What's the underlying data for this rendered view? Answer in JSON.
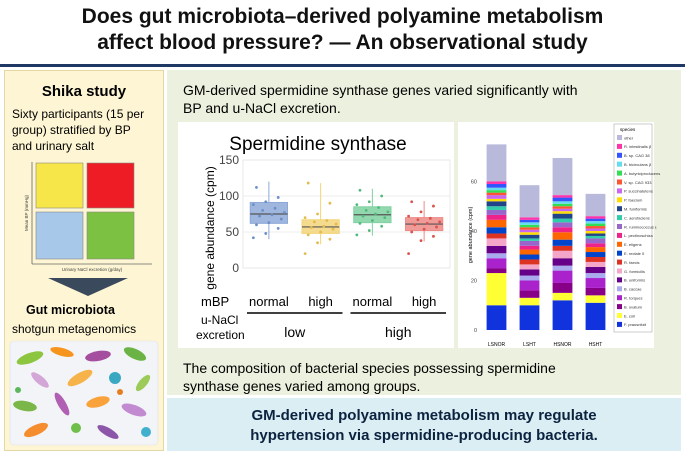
{
  "title": {
    "line1": "Does gut microbiota–derived polyamine metabolism",
    "line2": "affect blood pressure? — An observational study"
  },
  "left": {
    "heading": "Shika study",
    "desc_lines": [
      "Sixty participants (15 per",
      "group) stratified by BP",
      "and urinary salt"
    ],
    "quad_ylabel": "Mean BP (mmHg)",
    "quad_xlabel": "Urinary NaCl excretion (g/day)",
    "arrow_label": "Gut microbiota",
    "arrow_sub": "shotgun metagenomics"
  },
  "right": {
    "finding1_lines": [
      "GM-derived spermidine synthase genes varied significantly with",
      "BP and u-NaCl excretion."
    ],
    "finding2_lines": [
      "The composition of bacterial species possessing spermidine",
      "synthase genes varied among groups."
    ]
  },
  "conclusion": {
    "lines": [
      "GM-derived polyamine metabolism may regulate",
      "hypertension via spermidine-producing bacteria."
    ]
  },
  "chart_data": [
    {
      "type": "box",
      "title": "Spermidine synthase",
      "ylabel": "gene abundance (cpm)",
      "ylim": [
        0,
        150
      ],
      "yticks": [
        "0",
        "50",
        "100",
        "150"
      ],
      "row1_label": "mBP",
      "row2_label_lines": [
        "u-NaCl",
        "excretion"
      ],
      "mbp_labels": [
        "normal",
        "high",
        "normal",
        "high"
      ],
      "nacl_labels": [
        "low",
        "high"
      ],
      "colors": [
        "#8ea9d8",
        "#f3d57a",
        "#7fd1a0",
        "#ef8a86"
      ],
      "dot_colors": [
        "#6c8ec9",
        "#e2bb4e",
        "#53b97b",
        "#d9524d"
      ],
      "groups": [
        {
          "min": 40,
          "q1": 62,
          "median": 75,
          "q3": 91,
          "max": 120,
          "points": [
            42,
            48,
            55,
            60,
            63,
            68,
            72,
            74,
            77,
            80,
            83,
            88,
            92,
            98,
            112
          ]
        },
        {
          "min": 33,
          "q1": 48,
          "median": 57,
          "q3": 67,
          "max": 118,
          "points": [
            20,
            35,
            40,
            46,
            50,
            54,
            56,
            58,
            61,
            64,
            66,
            70,
            75,
            90,
            118
          ]
        },
        {
          "min": 45,
          "q1": 63,
          "median": 74,
          "q3": 85,
          "max": 110,
          "points": [
            46,
            52,
            58,
            62,
            66,
            70,
            72,
            75,
            78,
            80,
            84,
            88,
            92,
            100,
            108
          ]
        },
        {
          "min": 37,
          "q1": 52,
          "median": 61,
          "q3": 70,
          "max": 93,
          "points": [
            20,
            38,
            44,
            50,
            54,
            57,
            60,
            62,
            64,
            67,
            69,
            72,
            78,
            86,
            92
          ]
        }
      ]
    },
    {
      "type": "bar",
      "stacked": true,
      "ylabel": "gene abundance (cpm)",
      "ylim": [
        0,
        80
      ],
      "yticks": [
        "0",
        "20",
        "40",
        "60"
      ],
      "categories": [
        "LSNOR",
        "LSHT",
        "HSNOR",
        "HSHT"
      ],
      "legend_title": "species",
      "series": [
        {
          "name": "other",
          "color": "#b9b9dc",
          "values": [
            15,
            13,
            15,
            9
          ]
        },
        {
          "name": "R. intestinalis β",
          "color": "#ff33aa",
          "values": [
            1,
            1,
            1,
            1
          ]
        },
        {
          "name": "B. sp. CAG 38",
          "color": "#3355ff",
          "values": [
            1.5,
            1,
            1.5,
            1
          ]
        },
        {
          "name": "B. bicirculans β",
          "color": "#66ddee",
          "values": [
            1,
            1,
            1,
            1
          ]
        },
        {
          "name": "A. butyriciproducens",
          "color": "#33dd55",
          "values": [
            1,
            1,
            1,
            1
          ]
        },
        {
          "name": "V. sp. CAG 933",
          "color": "#ff5533",
          "values": [
            1,
            1,
            1,
            1
          ]
        },
        {
          "name": "P. succinatutens",
          "color": "#cc66ee",
          "values": [
            1.5,
            1,
            1,
            1
          ]
        },
        {
          "name": "P. faecium",
          "color": "#ffdd00",
          "values": [
            1,
            1,
            1,
            1
          ]
        },
        {
          "name": "M. funiformis",
          "color": "#224488",
          "values": [
            2,
            1.5,
            2,
            1
          ]
        },
        {
          "name": "C. aerofaciens",
          "color": "#33ccaa",
          "values": [
            1.5,
            1,
            1.5,
            1
          ]
        },
        {
          "name": "R. ruminococcus ε",
          "color": "#9966cc",
          "values": [
            2,
            2,
            2,
            2
          ]
        },
        {
          "name": "L. pectinoschiza",
          "color": "#ee2288",
          "values": [
            2,
            1.5,
            2,
            1.5
          ]
        },
        {
          "name": "E. eligens",
          "color": "#ff6600",
          "values": [
            3,
            2,
            3,
            2
          ]
        },
        {
          "name": "E. rectale δ",
          "color": "#0044cc",
          "values": [
            2.5,
            2,
            2.5,
            2
          ]
        },
        {
          "name": "R. faecis",
          "color": "#dd3322",
          "values": [
            2,
            2,
            2,
            2
          ]
        },
        {
          "name": "G. formicilis",
          "color": "#f4a6c8",
          "values": [
            3,
            2,
            3,
            2
          ]
        },
        {
          "name": "B. uniformis",
          "color": "#660088",
          "values": [
            3,
            2.5,
            3,
            2.5
          ]
        },
        {
          "name": "B. caccae",
          "color": "#aaaaee",
          "values": [
            2,
            2,
            2,
            2
          ]
        },
        {
          "name": "R. torques",
          "color": "#aa22cc",
          "values": [
            4,
            4,
            5,
            4
          ]
        },
        {
          "name": "B. ovatum",
          "color": "#880088",
          "values": [
            2,
            3,
            4,
            3
          ]
        },
        {
          "name": "E. coli",
          "color": "#ffff33",
          "values": [
            13,
            3,
            3,
            3
          ]
        },
        {
          "name": "F. prausnitzii",
          "color": "#1133dd",
          "values": [
            10,
            10,
            12,
            11
          ]
        }
      ]
    }
  ]
}
